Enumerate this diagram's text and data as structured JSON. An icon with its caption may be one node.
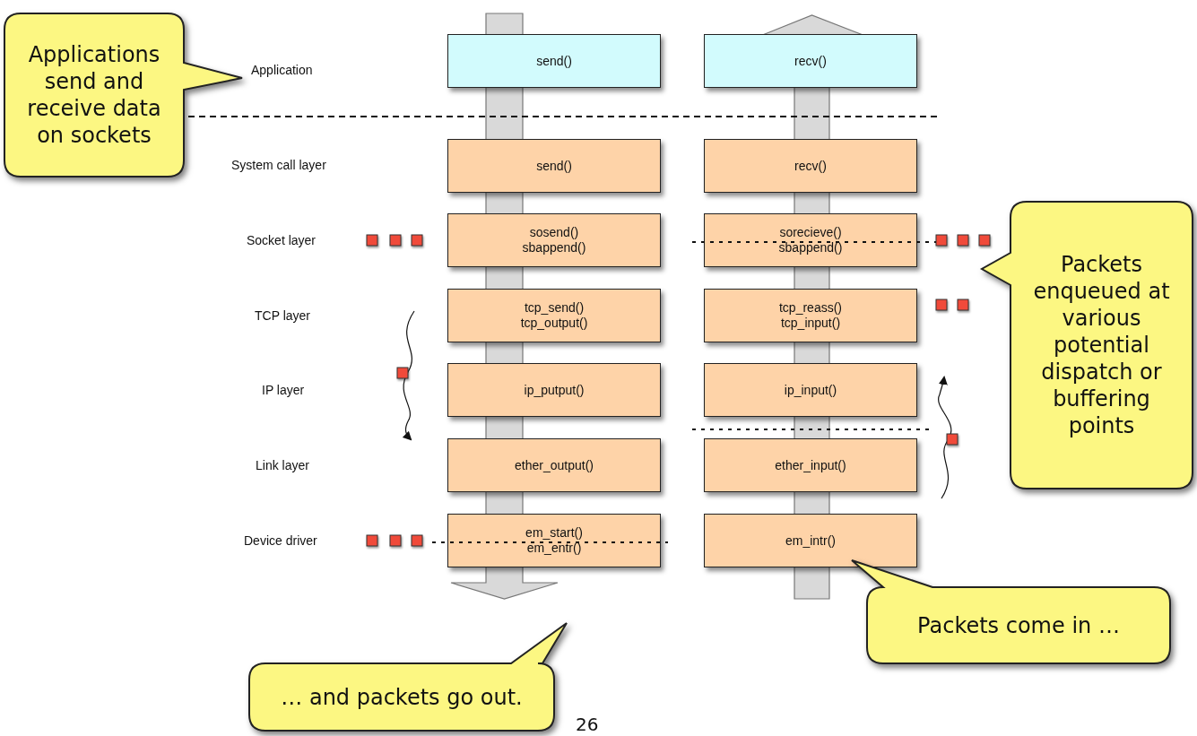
{
  "diagram": {
    "nodes": [
      {
        "text": [
          "Applications send and receive data on sockets"
        ]
      },
      {
        "text": [
          "send()"
        ]
      },
      {
        "text": [
          "recv()"
        ]
      },
      {
        "text": [
          "send()"
        ]
      },
      {
        "text": [
          "recv()"
        ]
      },
      {
        "text": [
          "sosend()",
          "sbappend()"
        ]
      },
      {
        "text": [
          "sorecieve()",
          "sbappend()"
        ]
      },
      {
        "text": [
          "Packets enqueued at various potential dispatch or buffering points"
        ]
      },
      {
        "text": [
          "tcp_send()",
          "tcp_output()"
        ]
      },
      {
        "text": [
          "tcp_reass()",
          "tcp_input()"
        ]
      },
      {
        "text": [
          "ip_putput()"
        ]
      },
      {
        "text": [
          "ip_input()"
        ]
      },
      {
        "text": [
          "ether_output()"
        ]
      },
      {
        "text": [
          "ether_input()"
        ]
      },
      {
        "text": [
          "em_start()",
          "em_entr()"
        ]
      },
      {
        "text": [
          "em_intr()"
        ]
      },
      {
        "text": [
          "Packets come in …"
        ]
      },
      {
        "text": [
          "… and packets go out."
        ]
      }
    ],
    "labels": [
      "Application",
      "System call layer",
      "Socket layer",
      "TCP layer",
      "IP layer",
      "Link layer",
      "Device driver",
      "26"
    ]
  }
}
